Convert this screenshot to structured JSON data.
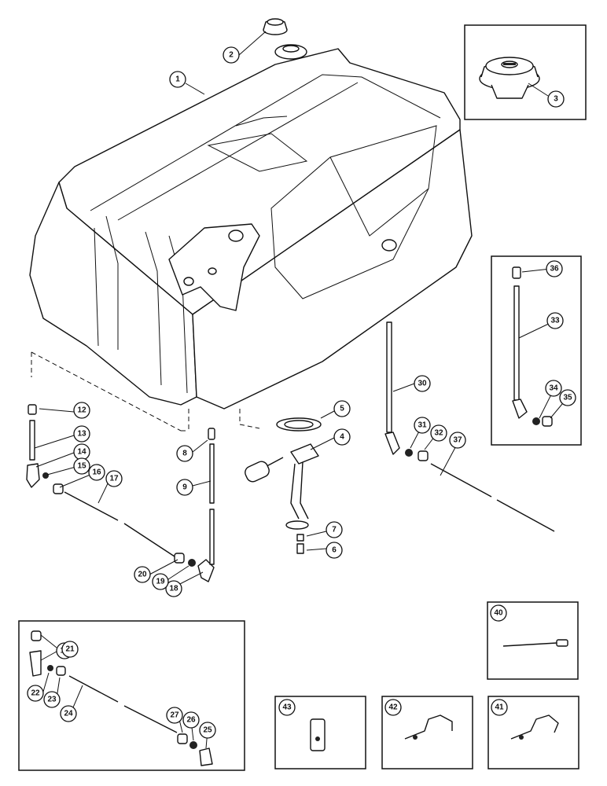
{
  "callouts": {
    "c1": "1",
    "c2": "2",
    "c3": "3",
    "c4": "4",
    "c5": "5",
    "c6": "6",
    "c7": "7",
    "c8": "8",
    "c9": "9",
    "c12": "12",
    "c12b": "12",
    "c13": "13",
    "c14": "14",
    "c15": "15",
    "c16": "16",
    "c17": "17",
    "c18": "18",
    "c19": "19",
    "c20": "20",
    "c21": "21",
    "c22": "22",
    "c23": "23",
    "c24": "24",
    "c25": "25",
    "c26": "26",
    "c27": "27",
    "c30": "30",
    "c31": "31",
    "c32": "32",
    "c33": "33",
    "c34": "34",
    "c35": "35",
    "c36": "36",
    "c37": "37",
    "c40": "40",
    "c41": "41",
    "c42": "42",
    "c43": "43"
  }
}
